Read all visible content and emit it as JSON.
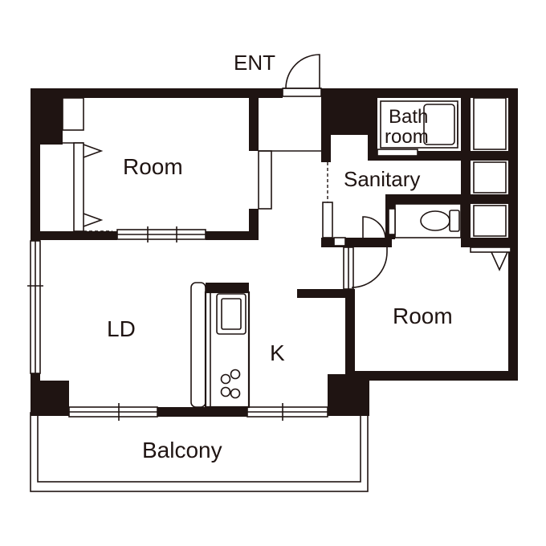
{
  "floor_plan": {
    "rooms": {
      "entrance": "ENT",
      "room_north": "Room",
      "bathroom_line1": "Bath",
      "bathroom_line2": "room",
      "sanitary": "Sanitary",
      "living_dining": "LD",
      "kitchen": "K",
      "room_east": "Room",
      "balcony": "Balcony"
    }
  }
}
